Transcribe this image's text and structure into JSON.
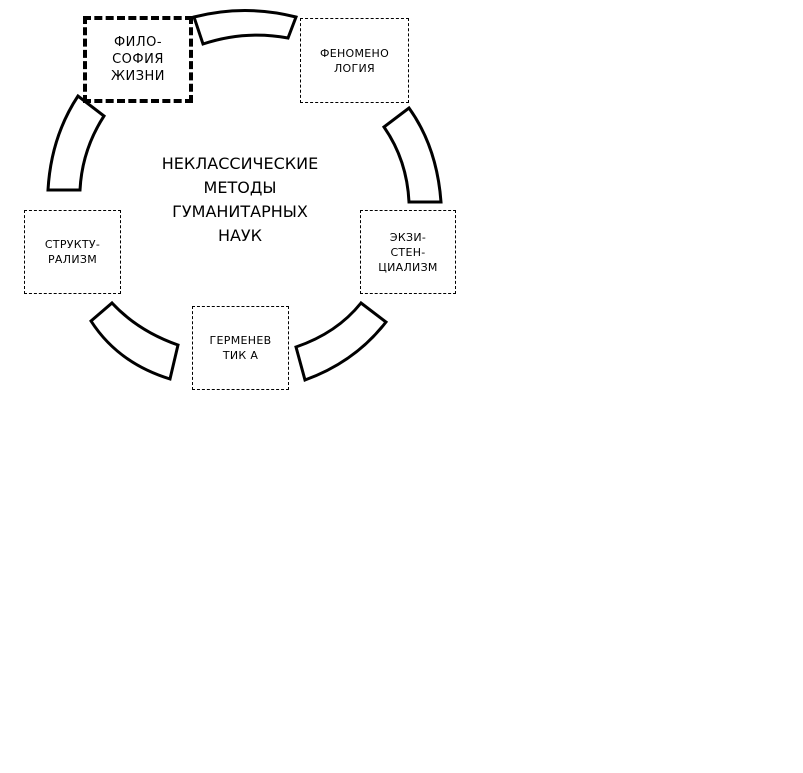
{
  "diagram": {
    "center_title": "НЕКЛАССИЧЕСКИЕ\nМЕТОДЫ\nГУМАНИТАРНЫХ\nНАУК",
    "nodes": {
      "philosophy_of_life": "ФИЛО-\nСОФИЯ\nЖИЗНИ",
      "phenomenology": "ФЕНОМЕНО\nЛОГИЯ",
      "existentialism": "ЭКЗИ-\nСТЕН-\nЦИАЛИЗМ",
      "hermeneutics": "ГЕРМЕНЕВ\nТИК А",
      "structuralism": "СТРУКТУ-\nРАЛИЗМ"
    },
    "connectors": [
      "arc-connector",
      "arc-connector",
      "arc-connector",
      "arc-connector",
      "arc-connector"
    ],
    "colors": {
      "stroke": "#000000",
      "background": "#ffffff"
    }
  }
}
